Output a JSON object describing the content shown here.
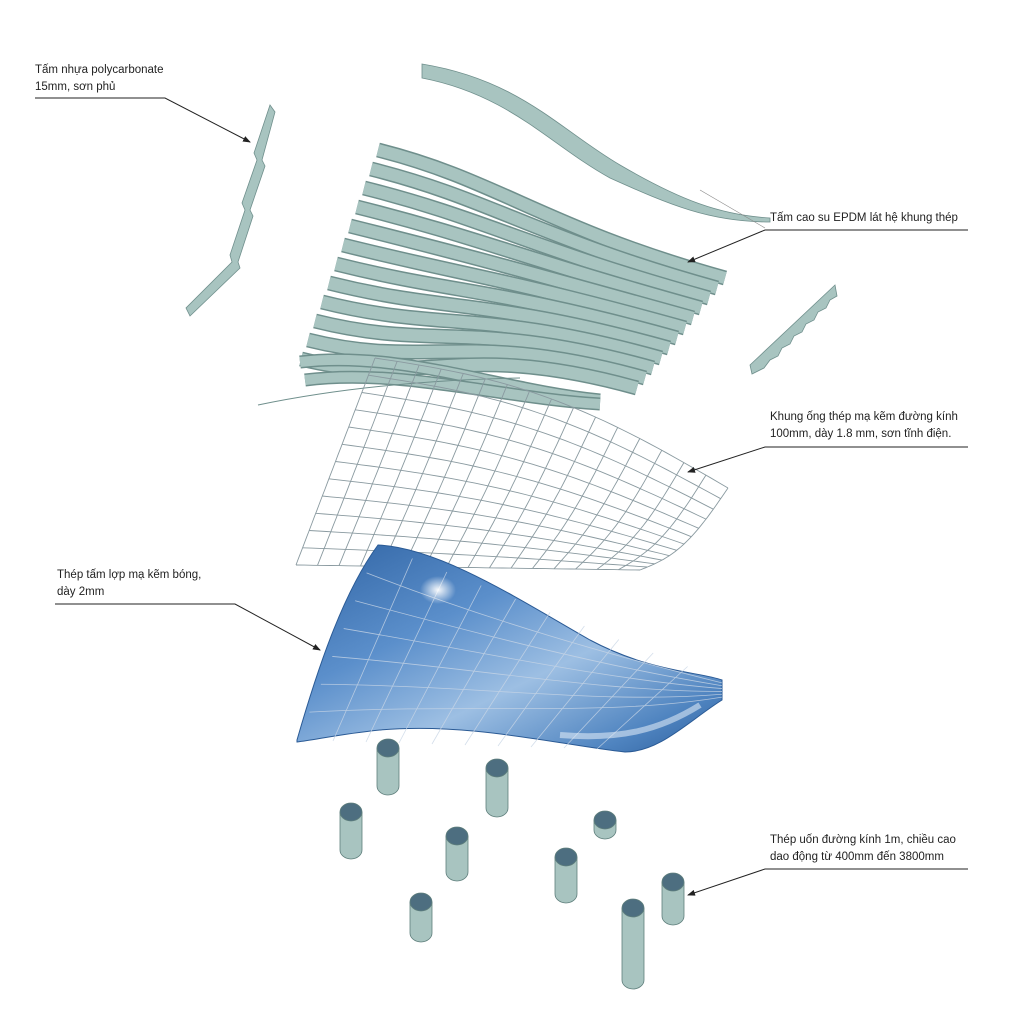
{
  "labels": {
    "polycarbonate": {
      "line1": "Tấm nhựa polycarbonate",
      "line2": "15mm, sơn phủ"
    },
    "epdm": {
      "line1": "Tấm cao su EPDM lát hệ khung thép"
    },
    "frame": {
      "line1": "Khung ống thép mạ kẽm đường kính",
      "line2": "100mm, dày 1.8 mm, sơn tĩnh điện."
    },
    "roof_sheet": {
      "line1": "Thép tấm lợp mạ kẽm bóng,",
      "line2": "dày 2mm"
    },
    "columns": {
      "line1": "Thép uốn đường kính 1m, chiều cao",
      "line2": "dao động từ 400mm đến 3800mm"
    }
  },
  "colors": {
    "ribbon": "#a8c4c0",
    "ribbon_edge": "#6f8f8c",
    "blue": "#3f78b5",
    "text": "#222222"
  }
}
